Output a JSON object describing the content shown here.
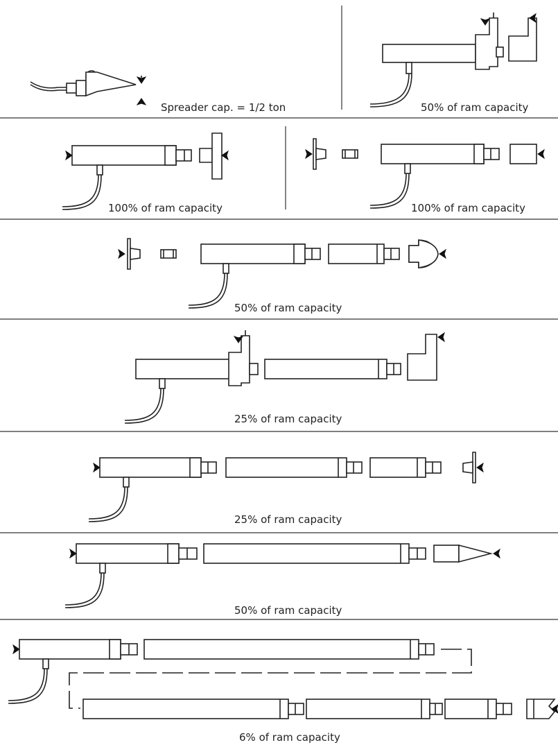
{
  "title": "",
  "colors": {
    "ink": "#222222",
    "background": "#ffffff"
  },
  "captions": {
    "c1a": "Spreader cap. = 1/2 ton",
    "c1b": "50% of ram capacity",
    "c2a": "100% of ram capacity",
    "c2b": "100% of ram capacity",
    "c3": "50% of ram capacity",
    "c4": "25% of ram capacity",
    "c5": "25% of ram capacity",
    "c6": "50% of ram capacity",
    "c7": "6% of ram capacity"
  }
}
